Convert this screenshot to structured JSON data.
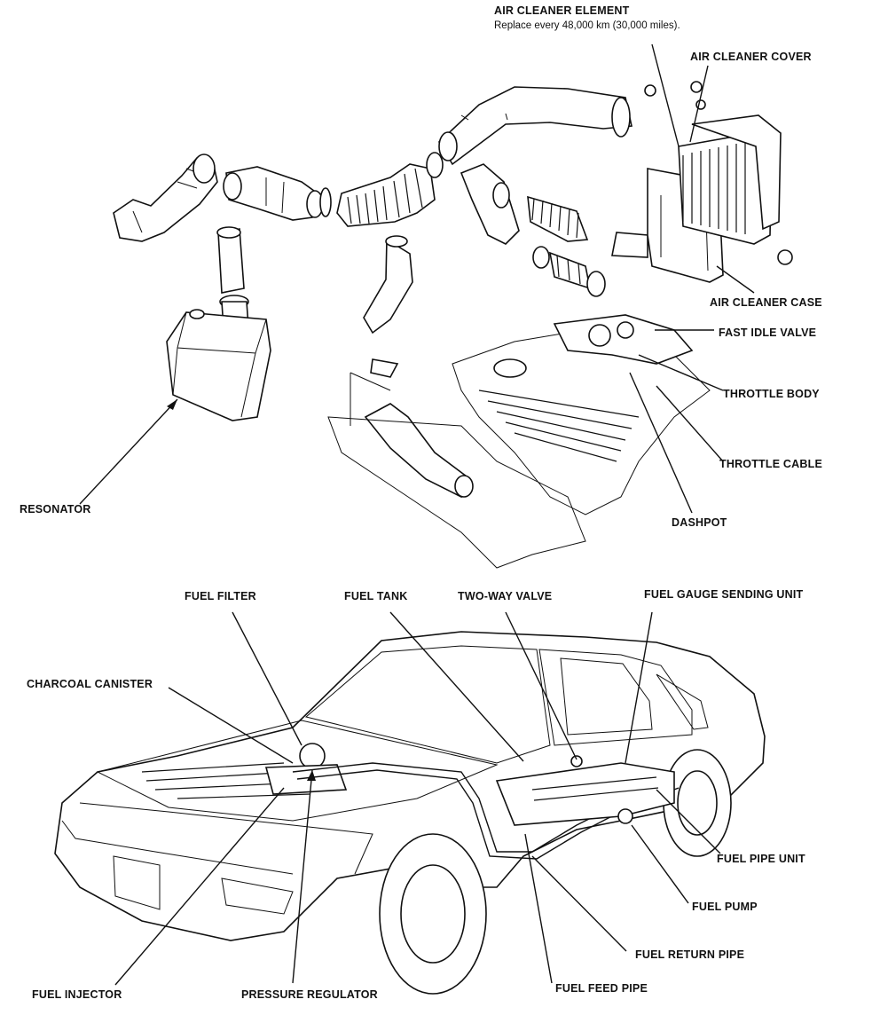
{
  "labels": {
    "air_cleaner_element": "AIR CLEANER ELEMENT",
    "air_cleaner_element_note": "Replace every 48,000 km (30,000 miles).",
    "air_cleaner_cover": "AIR CLEANER COVER",
    "air_cleaner_case": "AIR CLEANER CASE",
    "fast_idle_valve": "FAST IDLE VALVE",
    "throttle_body": "THROTTLE BODY",
    "throttle_cable": "THROTTLE CABLE",
    "dashpot": "DASHPOT",
    "resonator": "RESONATOR",
    "fuel_filter": "FUEL FILTER",
    "fuel_tank": "FUEL TANK",
    "two_way_valve": "TWO-WAY VALVE",
    "fuel_gauge_sending_unit": "FUEL GAUGE SENDING UNIT",
    "charcoal_canister": "CHARCOAL CANISTER",
    "fuel_pipe_unit": "FUEL PIPE UNIT",
    "fuel_pump": "FUEL PUMP",
    "fuel_return_pipe": "FUEL RETURN PIPE",
    "fuel_feed_pipe": "FUEL FEED PIPE",
    "fuel_injector": "FUEL INJECTOR",
    "pressure_regulator": "PRESSURE REGULATOR"
  }
}
